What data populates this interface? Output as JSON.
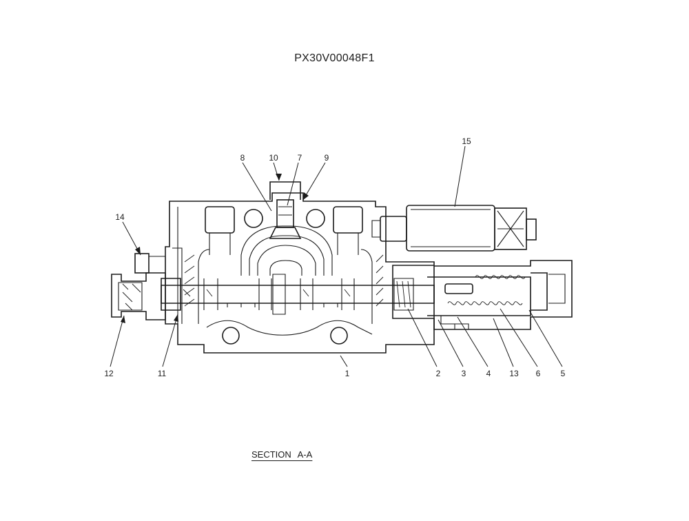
{
  "drawing": {
    "code": "PX30V00048F1",
    "section_title": "SECTION  A-A",
    "callouts": [
      "1",
      "2",
      "3",
      "4",
      "5",
      "6",
      "7",
      "8",
      "9",
      "10",
      "11",
      "12",
      "13",
      "14",
      "15"
    ]
  }
}
